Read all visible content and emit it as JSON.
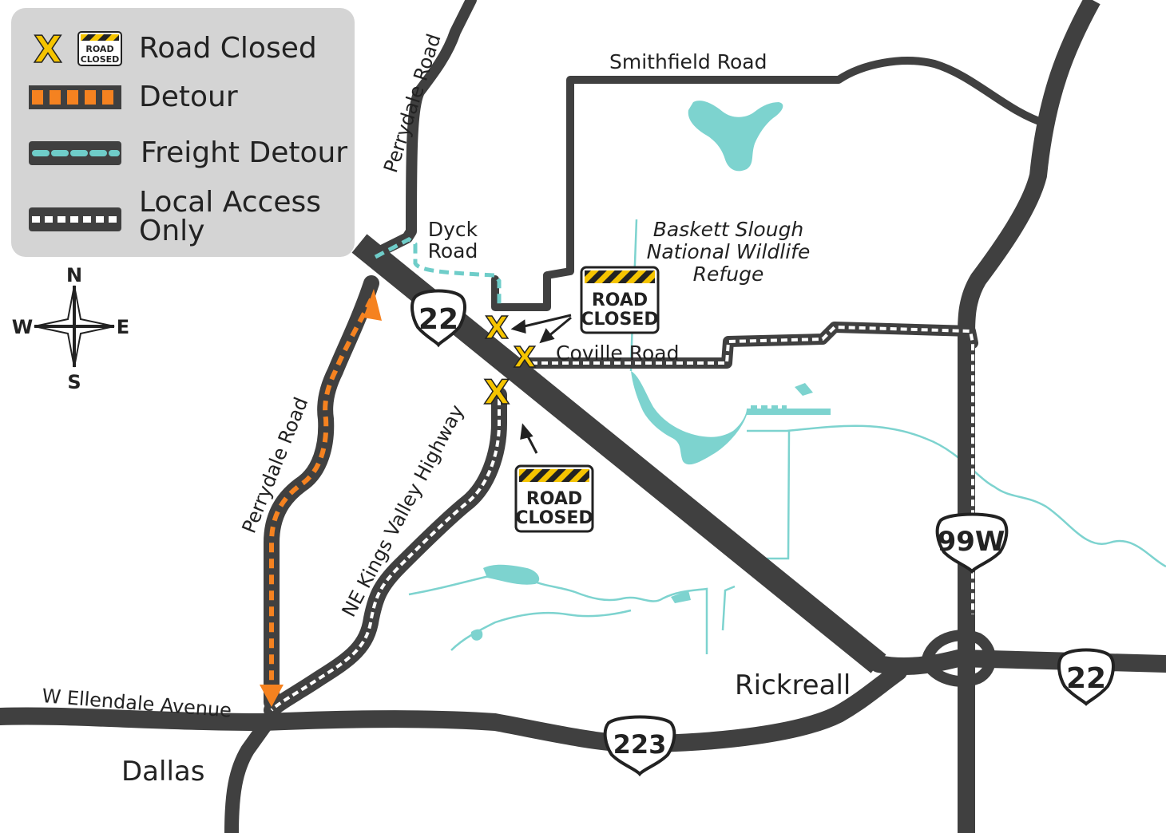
{
  "legend": {
    "road_closed": "Road Closed",
    "detour": "Detour",
    "freight_detour": "Freight Detour",
    "local_access_line1": "Local Access",
    "local_access_line2": "Only",
    "closed_icon_line1": "ROAD",
    "closed_icon_line2": "CLOSED"
  },
  "compass": {
    "n": "N",
    "s": "S",
    "e": "E",
    "w": "W"
  },
  "roads": {
    "perrydale_north": "Perrydale Road",
    "perrydale_south": "Perrydale Road",
    "smithfield": "Smithfield Road",
    "dyck_line1": "Dyck",
    "dyck_line2": "Road",
    "coville": "Coville Road",
    "kings_valley": "NE Kings Valley Highway",
    "ellendale": "W Ellendale Avenue"
  },
  "refuge": {
    "line1": "Baskett Slough",
    "line2": "National Wildlife",
    "line3": "Refuge"
  },
  "places": {
    "dallas": "Dallas",
    "rickreall": "Rickreall"
  },
  "shields": {
    "hwy22_a": "22",
    "hwy22_b": "22",
    "hwy99w": "99W",
    "hwy223": "223"
  },
  "signs": {
    "sign1_line1": "ROAD",
    "sign1_line2": "CLOSED",
    "sign2_line1": "ROAD",
    "sign2_line2": "CLOSED"
  },
  "closure_mark": "X",
  "colors": {
    "road": "#404040",
    "detour": "#f58220",
    "freight": "#6fcdc9",
    "water": "#7dd3cf",
    "sign_yellow": "#f5c400",
    "legend_bg": "#d4d4d4"
  }
}
